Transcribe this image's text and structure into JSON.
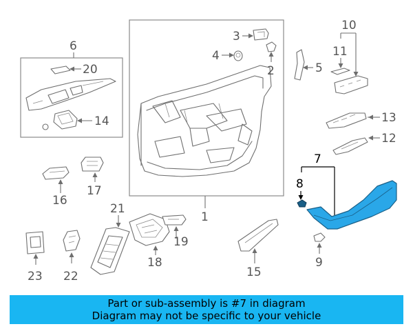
{
  "callouts": {
    "c1": "1",
    "c2": "2",
    "c3": "3",
    "c4": "4",
    "c5": "5",
    "c6": "6",
    "c7": "7",
    "c8": "8",
    "c9": "9",
    "c10": "10",
    "c11": "11",
    "c12": "12",
    "c13": "13",
    "c14": "14",
    "c15": "15",
    "c16": "16",
    "c17": "17",
    "c18": "18",
    "c19": "19",
    "c20": "20",
    "c21": "21",
    "c22": "22",
    "c23": "23"
  },
  "highlight_part": "7",
  "colors": {
    "highlight": "#2aa7e8",
    "banner": "#19b6f2",
    "line": "#6e6e6e"
  },
  "banner": {
    "line1": "Part or sub-assembly is #7 in diagram",
    "line2": "Diagram may not be specific to your vehicle"
  }
}
